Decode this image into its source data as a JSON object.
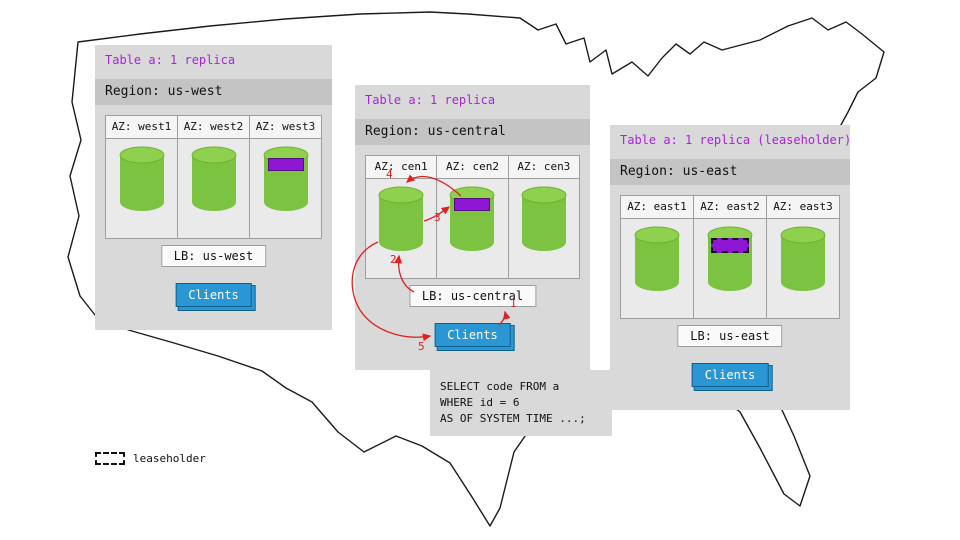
{
  "colors": {
    "title_purple": "#aa22dd",
    "replica_green": "#7cc342",
    "highlight_purple": "#8e17d4",
    "clients_blue": "#2a96d4",
    "arrow_red": "#e02020",
    "panel_gray": "#d9d9d9"
  },
  "panels": [
    {
      "table_label": "Table a: 1 replica",
      "region_label": "Region: us-west",
      "azs": [
        {
          "label": "AZ: west1",
          "highlight": "none"
        },
        {
          "label": "AZ: west2",
          "highlight": "none"
        },
        {
          "label": "AZ: west3",
          "highlight": "replica"
        }
      ],
      "lb_label": "LB: us-west",
      "clients_label": "Clients"
    },
    {
      "table_label": "Table a: 1 replica",
      "region_label": "Region: us-central",
      "azs": [
        {
          "label": "AZ: cen1",
          "highlight": "none"
        },
        {
          "label": "AZ: cen2",
          "highlight": "replica"
        },
        {
          "label": "AZ: cen3",
          "highlight": "none"
        }
      ],
      "lb_label": "LB: us-central",
      "clients_label": "Clients"
    },
    {
      "table_label": "Table a: 1 replica (leaseholder)",
      "region_label": "Region: us-east",
      "azs": [
        {
          "label": "AZ: east1",
          "highlight": "none"
        },
        {
          "label": "AZ: east2",
          "highlight": "leaseholder"
        },
        {
          "label": "AZ: east3",
          "highlight": "none"
        }
      ],
      "lb_label": "LB: us-east",
      "clients_label": "Clients"
    }
  ],
  "sql_note": {
    "lines": [
      "SELECT code FROM a",
      "WHERE id = 6",
      "AS OF SYSTEM TIME ...;"
    ]
  },
  "flow_steps": [
    {
      "label": "1"
    },
    {
      "label": "2"
    },
    {
      "label": "3"
    },
    {
      "label": "4"
    },
    {
      "label": "5"
    }
  ],
  "legend": {
    "label": "leaseholder"
  }
}
